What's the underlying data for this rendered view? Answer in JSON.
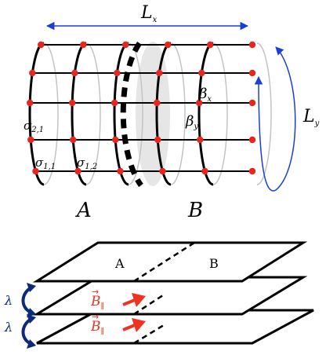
{
  "cylinder": {
    "length_label": "L",
    "length_label_sub": "x",
    "circumference_label": "L",
    "circumference_label_sub": "y",
    "region_a_label": "A",
    "region_b_label": "B",
    "beta_x": "β",
    "beta_x_sub": "x",
    "beta_y": "β",
    "beta_y_sub": "y",
    "sigma_21": "σ",
    "sigma_21_sub": "2,1",
    "sigma_11": "σ",
    "sigma_11_sub": "1,1",
    "sigma_12": "σ",
    "sigma_12_sub": "1,2"
  },
  "stack": {
    "top_label_a": "A",
    "top_label_b": "B",
    "lambda_1": "λ",
    "lambda_2": "λ",
    "field_1": "B",
    "field_1_sub": "∥",
    "field_2": "B",
    "field_2_sub": "∥"
  },
  "colors": {
    "lattice_site": "#e8261e",
    "arrow_blue": "#1a3fd6",
    "lambda_arrow": "#0d2a7a",
    "field_arrow": "#f0321e",
    "entanglement_cut_fill": "#e6e6e6",
    "back_ring": "#c4c4c4"
  }
}
